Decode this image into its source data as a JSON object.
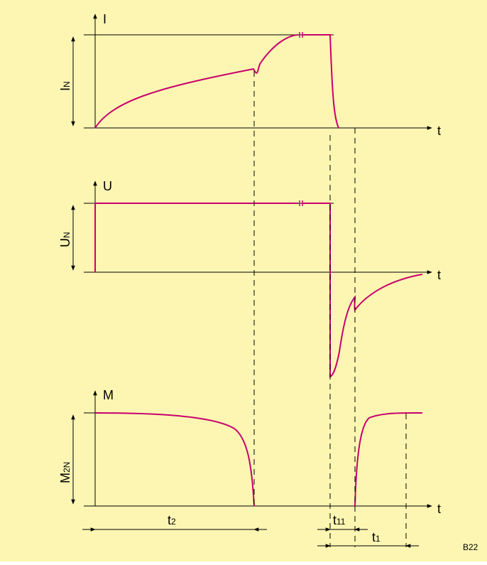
{
  "labels": {
    "current_axis": "I",
    "current_nominal_main": "I",
    "current_nominal_sub": "N",
    "voltage_axis": "U",
    "voltage_nominal_main": "U",
    "voltage_nominal_sub": "N",
    "torque_axis": "M",
    "torque_nominal_main": "M",
    "torque_nominal_sub": "2N",
    "time_axis": "t",
    "t2_main": "t",
    "t2_sub": "2",
    "t11_main": "t",
    "t11_sub": "11",
    "t1_main": "t",
    "t1_sub": "1"
  },
  "figure_code": "B22",
  "colors": {
    "background": "#fdf6b2",
    "curve": "#c8006e",
    "axis": "#000000"
  }
}
